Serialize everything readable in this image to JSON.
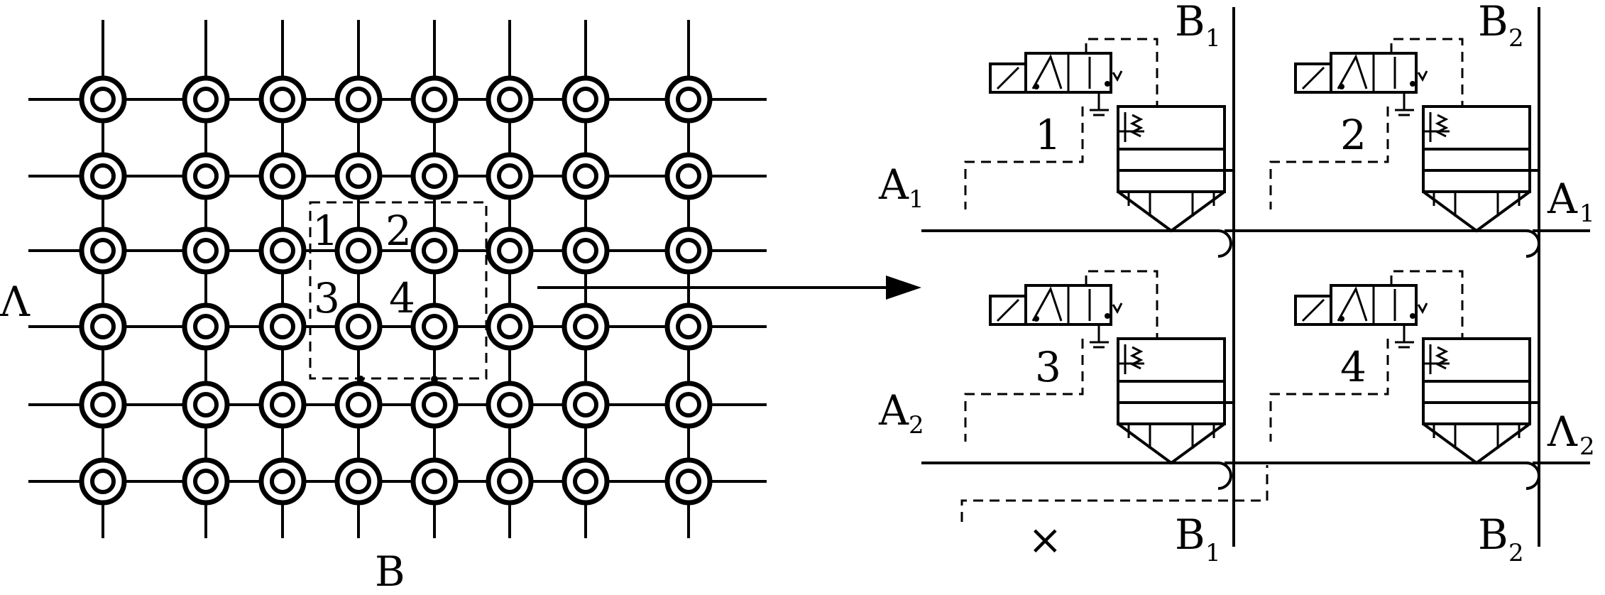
{
  "grid": {
    "rows": 6,
    "cols": 8,
    "left_label": "Λ",
    "bottom_label": "B",
    "cell_numbers": [
      "1",
      "2",
      "3",
      "4"
    ]
  },
  "detail": {
    "row_labels": [
      {
        "main": "A",
        "sub": "1"
      },
      {
        "main": "A",
        "sub": "2"
      },
      {
        "main": "A",
        "sub": "1"
      },
      {
        "main": "Λ",
        "sub": "2"
      }
    ],
    "col_labels": [
      {
        "main": "B",
        "sub": "1"
      },
      {
        "main": "B",
        "sub": "2"
      },
      {
        "main": "B",
        "sub": "1"
      },
      {
        "main": "B",
        "sub": "2"
      }
    ],
    "valve_numbers": [
      "1",
      "2",
      "3",
      "4"
    ],
    "bottom_mark": "×"
  }
}
